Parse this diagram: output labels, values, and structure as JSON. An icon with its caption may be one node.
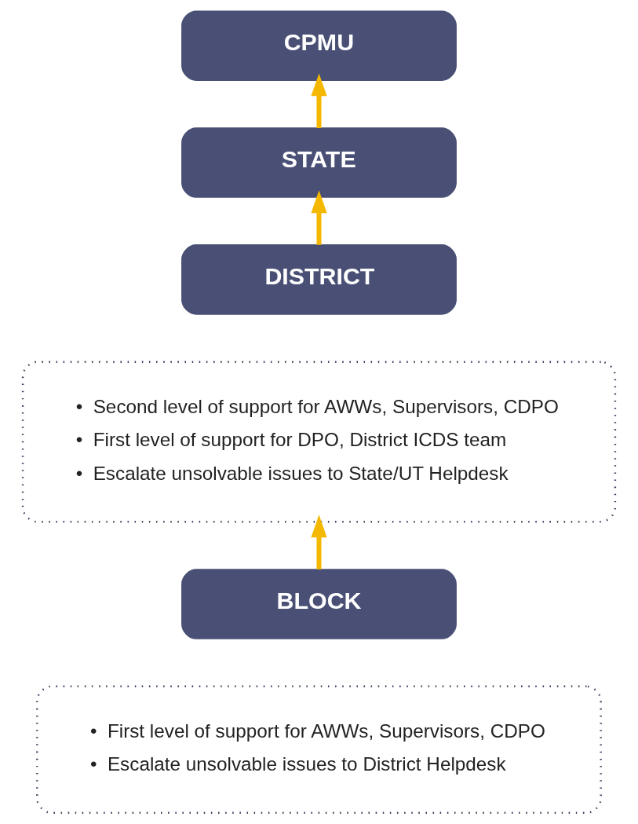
{
  "diagram": {
    "nodes": [
      {
        "text": [
          "CPMU"
        ]
      },
      {
        "text": [
          "STATE"
        ]
      },
      {
        "text": [
          "DISTRICT"
        ]
      },
      {
        "text": [
          "•  Second level of support for AWWs, Supervisors, CDPO",
          "•  First level of support for DPO, District ICDS team",
          "•  Escalate unsolvable issues to State/UT Helpdesk"
        ]
      },
      {
        "text": [
          "BLOCK"
        ]
      },
      {
        "text": [
          "•  First level of support for AWWs, Supervisors, CDPO",
          "•  Escalate unsolvable issues to District Helpdesk"
        ]
      }
    ],
    "edges": [
      {
        "from": 1,
        "to": 0,
        "arrow": "to"
      },
      {
        "from": 2,
        "to": 1,
        "arrow": "to"
      },
      {
        "from": 4,
        "to": 3,
        "arrow": "to"
      }
    ]
  }
}
